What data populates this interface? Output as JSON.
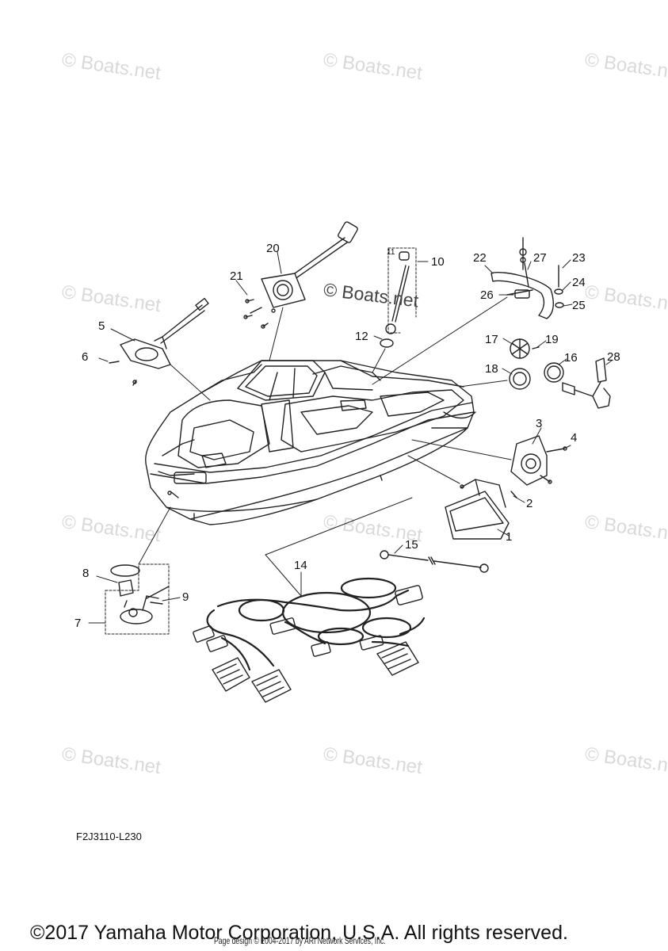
{
  "watermark_text": "© Boats.net",
  "center_watermark": "© Boats.net",
  "diagram_code": "F2J3110-L230",
  "copyright": "©2017 Yamaha Motor Corporation, U.S.A. All rights reserved.",
  "page_design": "Page design © 2004-2017 by ARI Network Services, Inc.",
  "callouts": [
    "1",
    "2",
    "3",
    "4",
    "5",
    "6",
    "7",
    "8",
    "9",
    "10",
    "11",
    "12",
    "14",
    "15",
    "16",
    "17",
    "18",
    "19",
    "20",
    "21",
    "22",
    "23",
    "24",
    "25",
    "26",
    "27",
    "28"
  ]
}
